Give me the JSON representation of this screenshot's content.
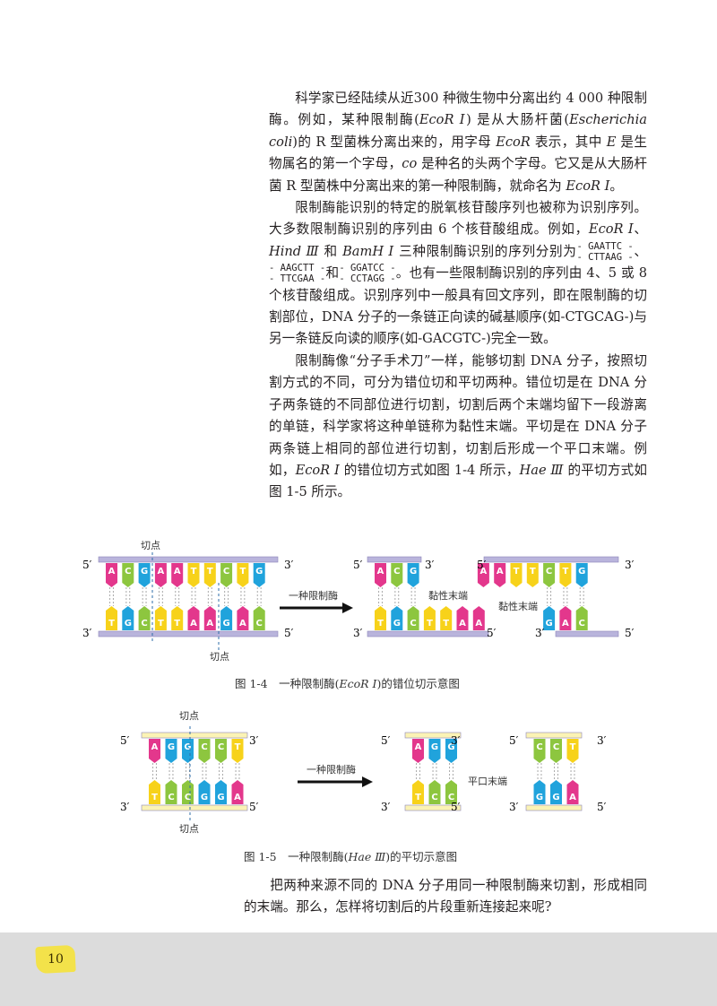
{
  "body": {
    "p1": {
      "a": "科学家已经陆续从近300 种微生物中分离出约 4 000 种限制酶。例如，某种限制酶(",
      "b": "EcoR Ⅰ",
      "c": ") 是从大肠杆菌(",
      "d": "Escherichia coli",
      "e": ")的 R 型菌株分离出来的，用字母 ",
      "f": "EcoR",
      "g": " 表示，其中 ",
      "h": "E",
      "i": " 是生物属名的第一个字母，",
      "j": "co",
      "k": " 是种名的头两个字母。它又是从大肠杆菌 R 型菌株中分离出来的第一种限制酶，就命名为 ",
      "l": "EcoR Ⅰ",
      "m": "。"
    },
    "p2": {
      "a": "限制酶能识别的特定的脱氧核苷酸序列也被称为识别序列。大多数限制酶识别的序列由 6 个核苷酸组成。例如，",
      "b": "EcoR Ⅰ",
      "c": "、",
      "d": "Hind Ⅲ",
      "e": " 和 ",
      "f": "BamH Ⅰ",
      "g": " 三种限制酶识别的序列分别为",
      "s1_top": "- GAATTC -",
      "s1_bot": "- CTTAAG -",
      "sep1": "、",
      "s2_top": "- AAGCTT -",
      "s2_bot": "- TTCGAA -",
      "sep2": "和",
      "s3_top": "- GGATCC -",
      "s3_bot": "- CCTAGG -",
      "h": "。也有一些限制酶识别的序列由 4、5 或 8 个核苷酸组成。识别序列中一般具有回文序列，即在限制酶的切割部位，DNA 分子的一条链正向读的碱基顺序(如-CTGCAG-)与另一条链反向读的顺序(如-GACGTC-)完全一致。"
    },
    "p3": {
      "a": "限制酶像“分子手术刀”一样，能够切割 DNA 分子，按照切割方式的不同，可分为错位切和平切两种。错位切是在 DNA 分子两条链的不同部位进行切割，切割后两个末端均留下一段游离的单链，科学家将这种单链称为黏性末端。平切是在 DNA 分子两条链上相同的部位进行切割，切割后形成一个平口末端。例如，",
      "b": "EcoR Ⅰ",
      "c": " 的错位切方式如图 1-4 所示，",
      "d": "Hae Ⅲ",
      "e": " 的平切方式如图 1-5 所示。"
    },
    "final": "把两种来源不同的 DNA 分子用同一种限制酶来切割，形成相同的末端。那么，怎样将切割后的片段重新连接起来呢?"
  },
  "fig4": {
    "cut_top": "切点",
    "cut_bottom": "切点",
    "arrow": "一种限制酶",
    "sticky1": "黏性末端",
    "sticky2": "黏性末端",
    "five": "5′",
    "three": "3′",
    "top_bases": [
      "A",
      "C",
      "G",
      "A",
      "A",
      "T",
      "T",
      "C",
      "T",
      "G"
    ],
    "bottom_bases": [
      "T",
      "G",
      "C",
      "T",
      "T",
      "A",
      "A",
      "G",
      "A",
      "C"
    ],
    "caption_a": "图 1-4　一种限制酶(",
    "caption_b": "EcoR Ⅰ",
    "caption_c": ")的错位切示意图"
  },
  "fig5": {
    "cut_top": "切点",
    "cut_bottom": "切点",
    "arrow": "一种限制酶",
    "blunt": "平口末端",
    "five": "5′",
    "three": "3′",
    "top_bases": [
      "A",
      "G",
      "G",
      "C",
      "C",
      "T"
    ],
    "bottom_bases": [
      "T",
      "C",
      "C",
      "G",
      "G",
      "A"
    ],
    "caption_a": "图 1-5　一种限制酶(",
    "caption_b": "Hae Ⅲ",
    "caption_c": ")的平切示意图"
  },
  "colors": {
    "A": "#e3378c",
    "T": "#f7d21a",
    "G": "#20a3dc",
    "C": "#8dc63f",
    "backbone_purple": "#b9b4dc",
    "backbone_yellow": "#fbf3b5"
  },
  "page_number": "10"
}
